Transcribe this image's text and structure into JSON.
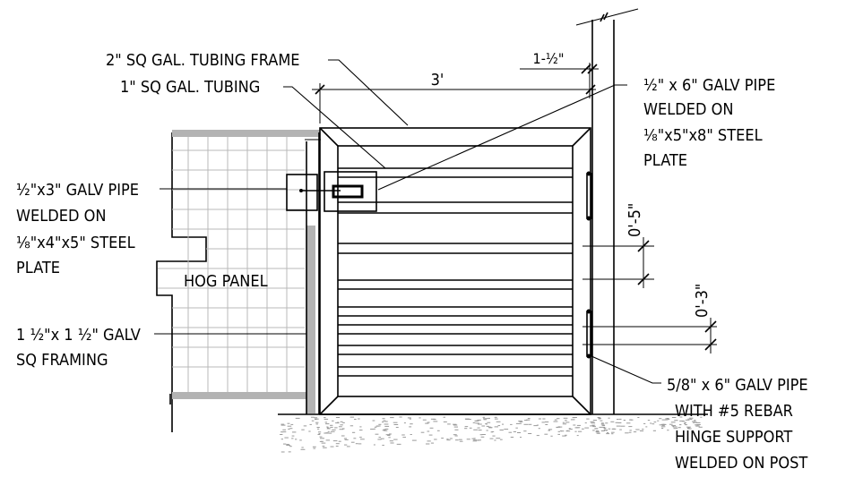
{
  "labels": {
    "frame_tubing": "2\" SQ GAL. TUBING FRAME",
    "sq_tubing": "1\" SQ GAL. TUBING",
    "dim_overall": "3'",
    "dim_gap": "1-½\"",
    "latch_pipe": {
      "line1": "½\" x 6\" GALV PIPE",
      "line2": "WELDED ON",
      "line3": "⅛\"x5\"x8\" STEEL",
      "line4": "PLATE"
    },
    "latch_plate": {
      "line1": "½\"x3\" GALV PIPE",
      "line2": "WELDED ON",
      "line3": "⅛\"x4\"x5\" STEEL",
      "line4": "PLATE"
    },
    "hog_panel": "HOG PANEL",
    "framing": {
      "line1": "1 ½\"x 1 ½\" GALV",
      "line2": "SQ FRAMING"
    },
    "dim_slat_spacing_1": "0'-5\"",
    "dim_slat_spacing_2": "0'-3\"",
    "hinge": {
      "line1": "5/8\" x 6\" GALV PIPE",
      "line2": "WITH #5 REBAR",
      "line3": "HINGE SUPPORT",
      "line4": "WELDED ON POST"
    }
  }
}
